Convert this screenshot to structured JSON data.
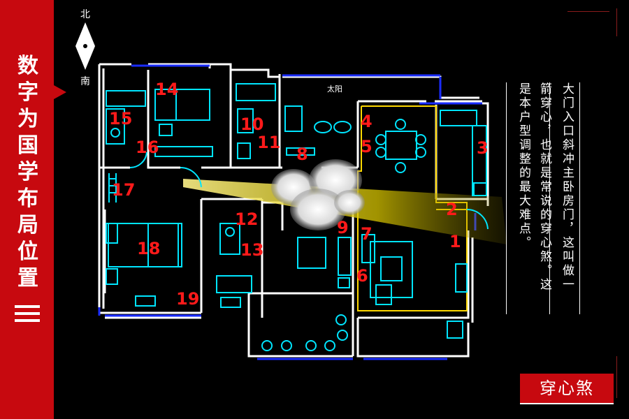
{
  "banner": {
    "title_chars": [
      "数",
      "字",
      "为",
      "国",
      "学",
      "布",
      "局",
      "位",
      "置"
    ]
  },
  "compass": {
    "north": "北",
    "south": "南"
  },
  "description": {
    "col1": "大门入口斜冲主卧房门，这叫做一",
    "col2": "箭穿心，也就是常说的穿心煞。这",
    "col3": "是本户型调整的最大难点。"
  },
  "badge": "穿心煞",
  "room_numbers": [
    "1",
    "2",
    "3",
    "4",
    "5",
    "6",
    "7",
    "8",
    "9",
    "10",
    "11",
    "12",
    "13",
    "14",
    "15",
    "16",
    "17",
    "18",
    "19"
  ],
  "colors": {
    "banner": "#c7090f",
    "wall": "#ffffff",
    "furniture": "#00e5ff",
    "highlight": "#ffd800",
    "label": "#ff1a1a",
    "window": "#1a2cff"
  }
}
